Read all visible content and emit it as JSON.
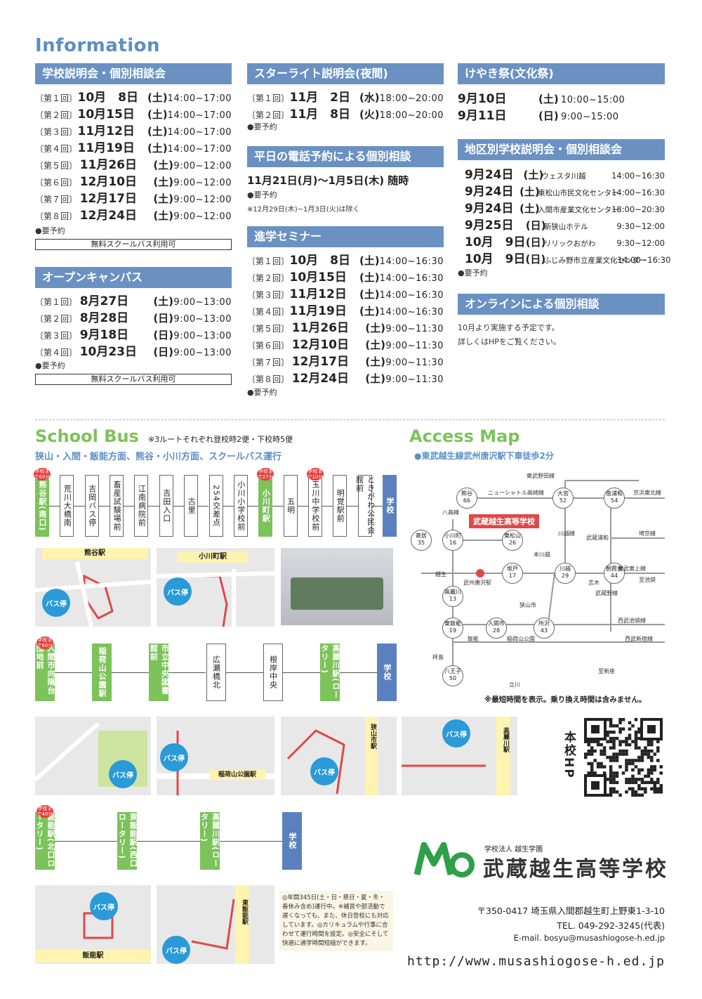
{
  "info_title": "Information",
  "setsumeikai": {
    "title": "学校説明会・個別相談会",
    "rows": [
      {
        "no": "〔第１回〕",
        "date": "10月　8日",
        "wd": "(土)",
        "time": "14:00~17:00"
      },
      {
        "no": "〔第２回〕",
        "date": "10月15日",
        "wd": "(土)",
        "time": "14:00~17:00"
      },
      {
        "no": "〔第３回〕",
        "date": "11月12日",
        "wd": "(土)",
        "time": "14:00~17:00"
      },
      {
        "no": "〔第４回〕",
        "date": "11月19日",
        "wd": "(土)",
        "time": "14:00~17:00"
      },
      {
        "no": "〔第５回〕",
        "date": "11月26日",
        "wd": "(土)",
        "time": "9:00~12:00"
      },
      {
        "no": "〔第６回〕",
        "date": "12月10日",
        "wd": "(土)",
        "time": "9:00~12:00"
      },
      {
        "no": "〔第７回〕",
        "date": "12月17日",
        "wd": "(土)",
        "time": "9:00~12:00"
      },
      {
        "no": "〔第８回〕",
        "date": "12月24日",
        "wd": "(土)",
        "time": "9:00~12:00"
      }
    ],
    "note": "●要予約",
    "bus": "無料スクールバス利用可"
  },
  "opencampus": {
    "title": "オープンキャンパス",
    "rows": [
      {
        "no": "〔第１回〕",
        "date": "8月27日",
        "wd": "(土)",
        "time": "9:00~13:00"
      },
      {
        "no": "〔第２回〕",
        "date": "8月28日",
        "wd": "(日)",
        "time": "9:00~13:00"
      },
      {
        "no": "〔第３回〕",
        "date": "9月18日",
        "wd": "(日)",
        "time": "9:00~13:00"
      },
      {
        "no": "〔第４回〕",
        "date": "10月23日",
        "wd": "(日)",
        "time": "9:00~13:00"
      }
    ],
    "note": "●要予約",
    "bus": "無料スクールバス利用可"
  },
  "starlight": {
    "title": "スターライト説明会(夜間)",
    "rows": [
      {
        "no": "〔第１回〕",
        "date": "11月　2日",
        "wd": "(水)",
        "time": "18:00~20:00"
      },
      {
        "no": "〔第２回〕",
        "date": "11月　8日",
        "wd": "(火)",
        "time": "18:00~20:00"
      }
    ],
    "note": "●要予約"
  },
  "phone": {
    "title": "平日の電話予約による個別相談",
    "period": "11月21日(月)～1月5日(木) 随時",
    "note": "●要予約",
    "exclude": "※12月29日(木)~1月3日(火)は除く"
  },
  "seminar": {
    "title": "進学セミナー",
    "rows": [
      {
        "no": "〔第１回〕",
        "date": "10月　8日",
        "wd": "(土)",
        "time": "14:00~16:30"
      },
      {
        "no": "〔第２回〕",
        "date": "10月15日",
        "wd": "(土)",
        "time": "14:00~16:30"
      },
      {
        "no": "〔第３回〕",
        "date": "11月12日",
        "wd": "(土)",
        "time": "14:00~16:30"
      },
      {
        "no": "〔第４回〕",
        "date": "11月19日",
        "wd": "(土)",
        "time": "14:00~16:30"
      },
      {
        "no": "〔第５回〕",
        "date": "11月26日",
        "wd": "(土)",
        "time": "9:00~11:30"
      },
      {
        "no": "〔第６回〕",
        "date": "12月10日",
        "wd": "(土)",
        "time": "9:00~11:30"
      },
      {
        "no": "〔第７回〕",
        "date": "12月17日",
        "wd": "(土)",
        "time": "9:00~11:30"
      },
      {
        "no": "〔第８回〕",
        "date": "12月24日",
        "wd": "(土)",
        "time": "9:00~11:30"
      }
    ],
    "note": "●要予約"
  },
  "keyaki": {
    "title": "けやき祭(文化祭)",
    "rows": [
      {
        "date": "9月10日",
        "wd": "(土)",
        "time": "10:00~15:00"
      },
      {
        "date": "9月11日",
        "wd": "(日)",
        "time": "9:00~15:00"
      }
    ]
  },
  "district": {
    "title": "地区別学校説明会・個別相談会",
    "rows": [
      {
        "date": "9月24日",
        "wd": "(土)",
        "place": "ウェスタ川越",
        "time": "14:00~16:30"
      },
      {
        "date": "9月24日",
        "wd": "(土)",
        "place": "東松山市民文化センター",
        "time": "14:00~16:30"
      },
      {
        "date": "9月24日",
        "wd": "(土)",
        "place": "入間市産業文化センター",
        "time": "18:00~20:30"
      },
      {
        "date": "9月25日",
        "wd": "(日)",
        "place": "新狭山ホテル",
        "time": "9:30~12:00"
      },
      {
        "date": "10月　9日",
        "wd": "(日)",
        "place": "リリックおがわ",
        "time": "9:30~12:00"
      },
      {
        "date": "10月　9日",
        "wd": "(日)",
        "place": "ふじみ野市立産業文化センター",
        "time": "14:00~16:30"
      }
    ],
    "note": "●要予約"
  },
  "online": {
    "title": "オンラインによる個別相談",
    "line1": "10月より実施する予定です。",
    "line2": "詳しくはHPをご覧ください。"
  },
  "bus": {
    "title": "School Bus",
    "note": "※3ルートそれぞれ登校時2便・下校時5便",
    "subtitle": "狭山・入間・飯能方面、熊谷・小川方面、スクールバス運行",
    "route1": [
      {
        "label": "熊谷駅(南口)",
        "type": "g",
        "tag": "学校まで60分"
      },
      {
        "label": "荒川大橋南",
        "type": "n"
      },
      {
        "label": "吉岡バス停",
        "type": "n"
      },
      {
        "label": "畜産試験場前",
        "type": "n"
      },
      {
        "label": "江南病院前",
        "type": "n"
      },
      {
        "label": "吉田入口",
        "type": "n"
      },
      {
        "label": "古里",
        "type": "n"
      },
      {
        "label": "254交差点",
        "type": "n"
      },
      {
        "label": "小川小学校前",
        "type": "n"
      },
      {
        "label": "小川町駅",
        "type": "g",
        "tag": "学校まで27分"
      },
      {
        "label": "五明",
        "type": "n"
      },
      {
        "label": "玉川中学校前",
        "type": "n",
        "tag": "学校まで10分"
      },
      {
        "label": "明覚駅前",
        "type": "n"
      },
      {
        "label": "ときがわ公民会館前",
        "type": "n"
      },
      {
        "label": "学校",
        "type": "s"
      }
    ],
    "route2": [
      {
        "label": "入間市向陽台団地前",
        "type": "g",
        "tag": "学校まで60分"
      },
      {
        "label": "稲荷山公園駅",
        "type": "g"
      },
      {
        "label": "市立中央図書館前",
        "type": "g"
      },
      {
        "label": "広瀬橋北",
        "type": "n"
      },
      {
        "label": "根岸中央",
        "type": "n"
      },
      {
        "label": "高麗川駅(ロータリー)",
        "type": "g"
      },
      {
        "label": "学校",
        "type": "s"
      }
    ],
    "route3": [
      {
        "label": "飯能駅(北口ロータリー)",
        "type": "g",
        "tag": "学校まで40分"
      },
      {
        "label": "東飯能駅(西口ロータリー)",
        "type": "g"
      },
      {
        "label": "高麗川駅(ロータリー)",
        "type": "g"
      },
      {
        "label": "学校",
        "type": "s"
      }
    ],
    "busstop": "バス停",
    "map_kumagaya": "熊谷駅",
    "map_ogawa": "小川町駅",
    "map_inari": "稲荷山公園駅",
    "map_sayama": "狭山市駅",
    "map_komagawa": "高麗川駅",
    "map_hanno": "飯能駅",
    "map_higashihanno": "東飯能駅",
    "notes": "◎年間345日(土・日・祭日・夏・冬・春休み含め)運行中。※補習や部活動で遅くなっても、また、休日登校にも対応しています。◎カリキュラムや行事に合わせて運行時間を設定。◎安全にそして快適に通学時間短縮ができます。"
  },
  "access": {
    "title": "Access Map",
    "subtitle": "●東武越生線武州唐沢駅下車徒歩2分",
    "school": "武蔵越生高等学校",
    "footnote": "※最短時間を表示。乗り換え時間は含みません。",
    "stations": [
      {
        "name": "熊谷",
        "min": "66"
      },
      {
        "name": "大宮",
        "min": "52"
      },
      {
        "name": "南浦和",
        "min": "54"
      },
      {
        "name": "寄居",
        "min": "35"
      },
      {
        "name": "小川町",
        "min": "16"
      },
      {
        "name": "東松山",
        "min": "26"
      },
      {
        "name": "坂戸",
        "min": "17"
      },
      {
        "name": "川越",
        "min": "29"
      },
      {
        "name": "朝霞台",
        "min": "44"
      },
      {
        "name": "高麗川",
        "min": "13"
      },
      {
        "name": "東飯能",
        "min": "19"
      },
      {
        "name": "入間市",
        "min": "28"
      },
      {
        "name": "所沢",
        "min": "43"
      },
      {
        "name": "八王子",
        "min": "50"
      }
    ],
    "labels": [
      "東武野田線",
      "ニューシャトル高崎線",
      "京浜東北線",
      "八高線",
      "埼京線",
      "武蔵浦和",
      "東武東上線",
      "志木",
      "本川越",
      "川越線",
      "狭山市",
      "武蔵野線",
      "西武池袋線",
      "西武新宿線",
      "飯能",
      "稲荷山公園",
      "拝島",
      "至新座",
      "立川",
      "越生",
      "武州唐沢駅",
      "至池袋"
    ]
  },
  "hp": "本校HP",
  "school": {
    "corp": "学校法人 越生学園",
    "name": "武蔵越生高等学校",
    "address": "〒350-0417 埼玉県入間郡越生町上野東1-3-10",
    "tel": "TEL. 049-292-3245(代表)",
    "email": "E-mail. bosyu@musashiogose-h.ed.jp",
    "url": "http://www.musashiogose-h.ed.jp"
  }
}
